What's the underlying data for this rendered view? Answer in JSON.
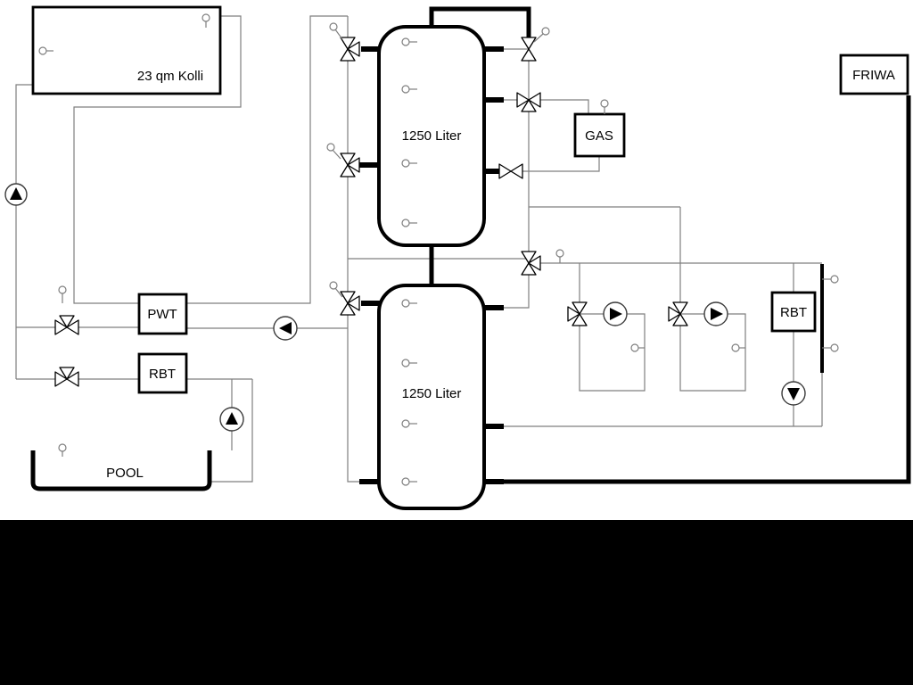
{
  "labels": {
    "collector": "23 qm Kolli",
    "tank_top": "1250 Liter",
    "tank_bottom": "1250 Liter",
    "pwt": "PWT",
    "rbt_left": "RBT",
    "pool": "POOL",
    "gas": "GAS",
    "rbt_right": "RBT",
    "friwa": "FRIWA"
  },
  "colors": {
    "pipe_thin": "#7f7f7f",
    "pipe_thick": "#000000",
    "background": "#ffffff",
    "footer": "#000000"
  }
}
